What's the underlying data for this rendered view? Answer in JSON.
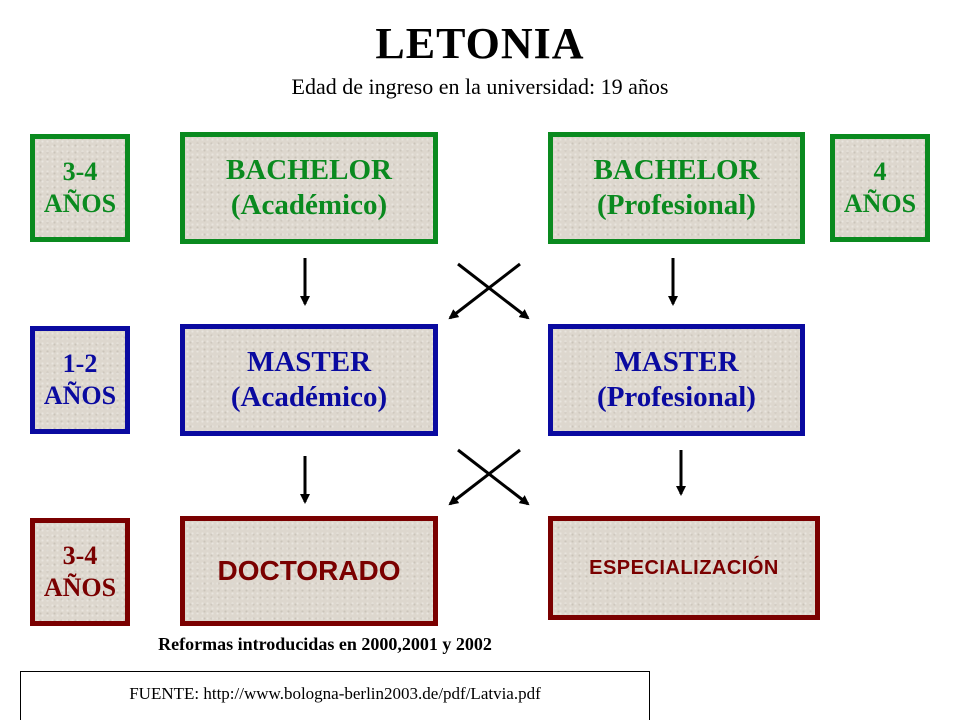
{
  "header": {
    "title": "LETONIA",
    "subtitle": "Edad de ingreso en la universidad: 19 años"
  },
  "levels": {
    "bachelor": {
      "duration_left": [
        "3-4",
        "AÑOS"
      ],
      "academic": [
        "BACHELOR",
        "(Académico)"
      ],
      "professional": [
        "BACHELOR",
        "(Profesional)"
      ],
      "duration_right": [
        "4",
        "AÑOS"
      ],
      "color": "#0a8a1f"
    },
    "master": {
      "duration_left": [
        "1-2",
        "AÑOS"
      ],
      "academic": [
        "MASTER",
        "(Académico)"
      ],
      "professional": [
        "MASTER",
        "(Profesional)"
      ],
      "color": "#0a0aa0"
    },
    "doctorate": {
      "duration_left": [
        "3-4",
        "AÑOS"
      ],
      "academic": "DOCTORADO",
      "professional": "ESPECIALIZACIÓN",
      "color": "#7a0000"
    }
  },
  "footer": {
    "reforms": "Reformas introducidas en 2000,2001 y 2002",
    "source": "FUENTE: http://www.bologna-berlin2003.de/pdf/Latvia.pdf"
  }
}
